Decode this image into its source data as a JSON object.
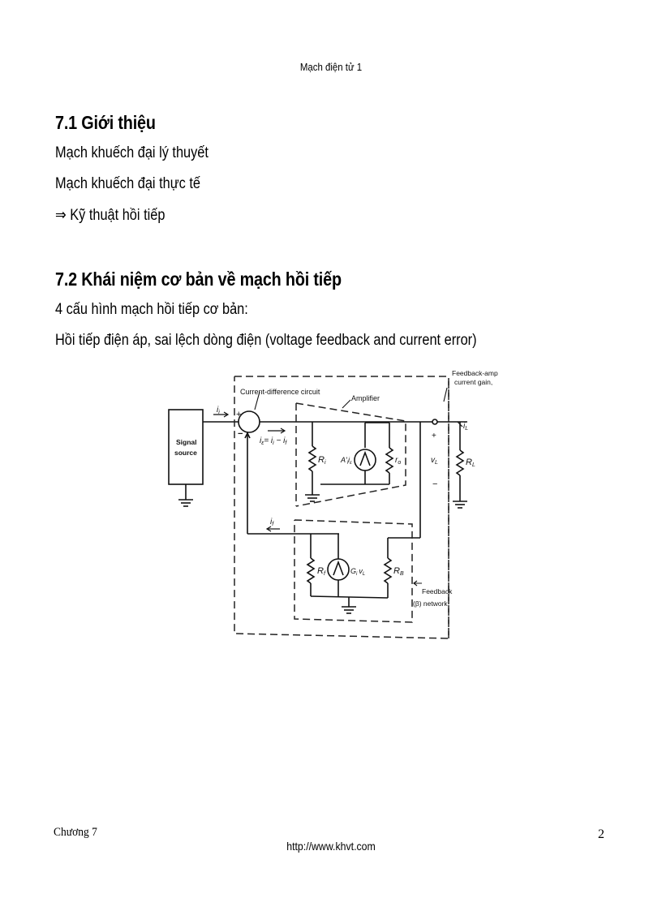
{
  "header": {
    "title": "Mạch điện tử 1"
  },
  "section1": {
    "heading": "7.1 Giới thiệu",
    "lines": [
      "Mạch khuếch đại lý thuyết",
      "Mạch khuếch đại thực tế",
      "⇒ Kỹ thuật hồi tiếp"
    ]
  },
  "section2": {
    "heading": "7.2 Khái niệm cơ bản về mạch hồi tiếp",
    "lines": [
      "4 cấu hình mạch hồi tiếp cơ bản:",
      "Hồi tiếp điện áp, sai lệch dòng điện (voltage feedback and current error)"
    ]
  },
  "diagram": {
    "labels": {
      "signal_source_line1": "Signal",
      "signal_source_line2": "source",
      "current_difference": "Current-difference circuit",
      "amplifier": "Amplifier",
      "feedback_amp_line1": "Feedback-amp",
      "feedback_amp_line2": "current gain,",
      "input_current": "i",
      "input_current_sub": "i",
      "error_current": "i",
      "error_current_sub": "ε",
      "error_eq": "= i",
      "error_eq_sub1": "i",
      "error_eq_minus": " − i",
      "error_eq_sub2": "f",
      "plus_sign": "+",
      "minus_sign": "−",
      "Ri": "R",
      "Ri_sub": "i",
      "amp_source": "A′",
      "amp_source_sub": "i",
      "amp_source_i": "i",
      "amp_source_i_sub": "ε",
      "ro": "r",
      "ro_sub": "o",
      "vL": "v",
      "vL_sub": "L",
      "out_plus": "+",
      "out_minus": "−",
      "iL": "i",
      "iL_sub": "L",
      "RL": "R",
      "RL_sub": "L",
      "if": "i",
      "if_sub": "f",
      "Rf": "R",
      "Rf_sub": "f",
      "fb_source": "G",
      "fb_source_sub": "i",
      "fb_source_v": "v",
      "fb_source_v_sub": "L",
      "RB": "R",
      "RB_sub": "B",
      "feedback_network_line1": "Feedback",
      "feedback_network_line2": "(β) network"
    }
  },
  "footer": {
    "chapter": "Chương 7",
    "url": "http://www.khvt.com",
    "page_number": "2"
  }
}
